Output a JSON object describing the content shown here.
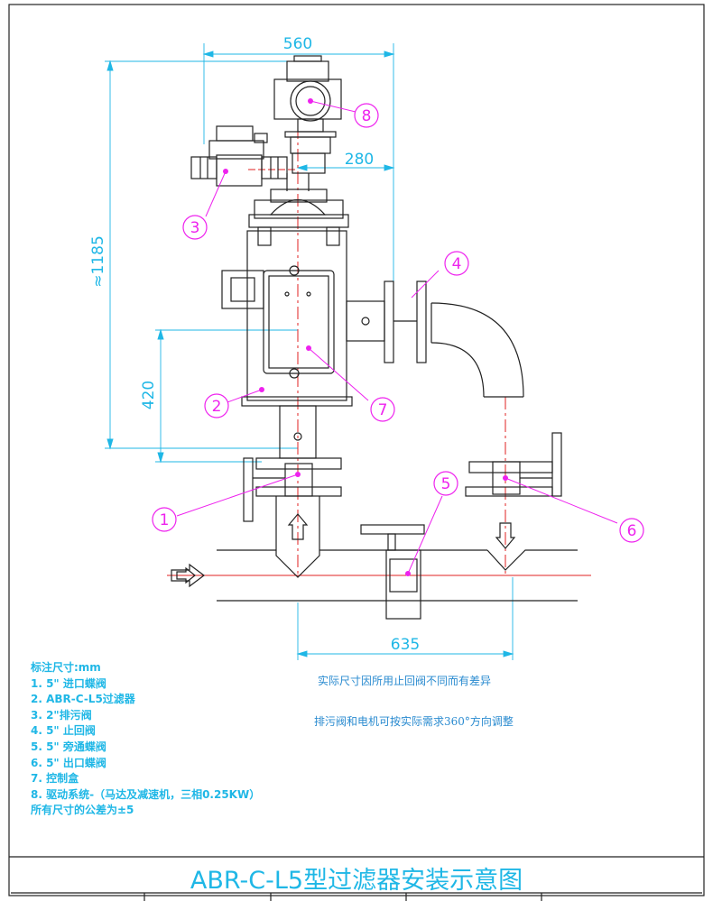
{
  "dimensions": {
    "width_total": "560",
    "offset_right": "280",
    "height_total": "≈1185",
    "height_inlet": "420",
    "bottom_span": "635"
  },
  "callouts": [
    "1",
    "2",
    "3",
    "4",
    "5",
    "6",
    "7",
    "8"
  ],
  "legend": {
    "header": "标注尺寸:mm",
    "items": [
      "1. 5\" 进口蝶阀",
      "2.  ABR-C-L5过滤器",
      "3.  2\"排污阀",
      "4.  5\" 止回阀",
      "5.  5\" 旁通蝶阀",
      "6.  5\" 出口蝶阀",
      "7. 控制盒",
      "8.  驱动系统-（马达及减速机，三相0.25KW）"
    ],
    "footer": "所有尺寸的公差为±5"
  },
  "notes": {
    "note1": "实际尺寸因所用止回阀不同而有差异",
    "note2": "排污阀和电机可按实际需求360°方向调整"
  },
  "title": "ABR-C-L5型过滤器安装示意图",
  "colors": {
    "drawing": "#222222",
    "dimension": "#1fb7e6",
    "callout": "#ee22ee",
    "centerline": "#e02020"
  }
}
